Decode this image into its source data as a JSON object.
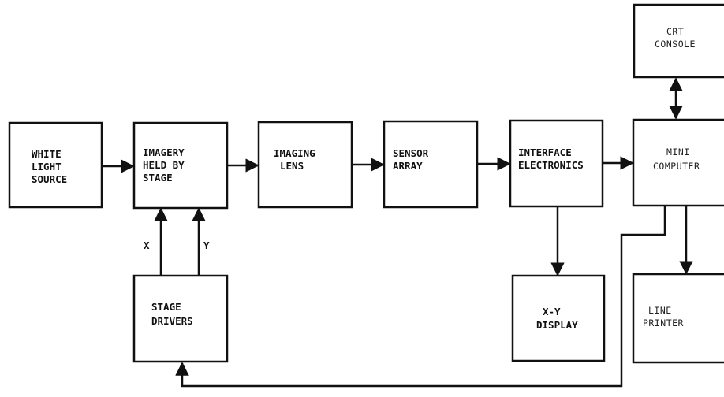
{
  "diagram": {
    "colors": {
      "stroke": "#111111",
      "background": "#ffffff"
    },
    "blocks": {
      "white_light_source": {
        "lines": [
          "WHITE",
          "LIGHT",
          "SOURCE"
        ]
      },
      "imagery_held_by_stage": {
        "lines": [
          "IMAGERY",
          "HELD BY",
          "STAGE"
        ]
      },
      "imaging_lens": {
        "lines": [
          "IMAGING",
          "LENS"
        ]
      },
      "sensor_array": {
        "lines": [
          "SENSOR",
          "ARRAY"
        ]
      },
      "interface_electronics": {
        "lines": [
          "INTERFACE",
          "ELECTRONICS"
        ]
      },
      "mini_computer": {
        "lines": [
          "MINI",
          "COMPUTER"
        ]
      },
      "crt_console": {
        "lines": [
          "CRT",
          "CONSOLE"
        ]
      },
      "stage_drivers": {
        "lines": [
          "STAGE",
          "DRIVERS"
        ]
      },
      "xy_display": {
        "lines": [
          "X-Y",
          "DISPLAY"
        ]
      },
      "line_printer": {
        "lines": [
          "LINE",
          "PRINTER"
        ]
      }
    },
    "axis_labels": {
      "x": "X",
      "y": "Y"
    }
  }
}
